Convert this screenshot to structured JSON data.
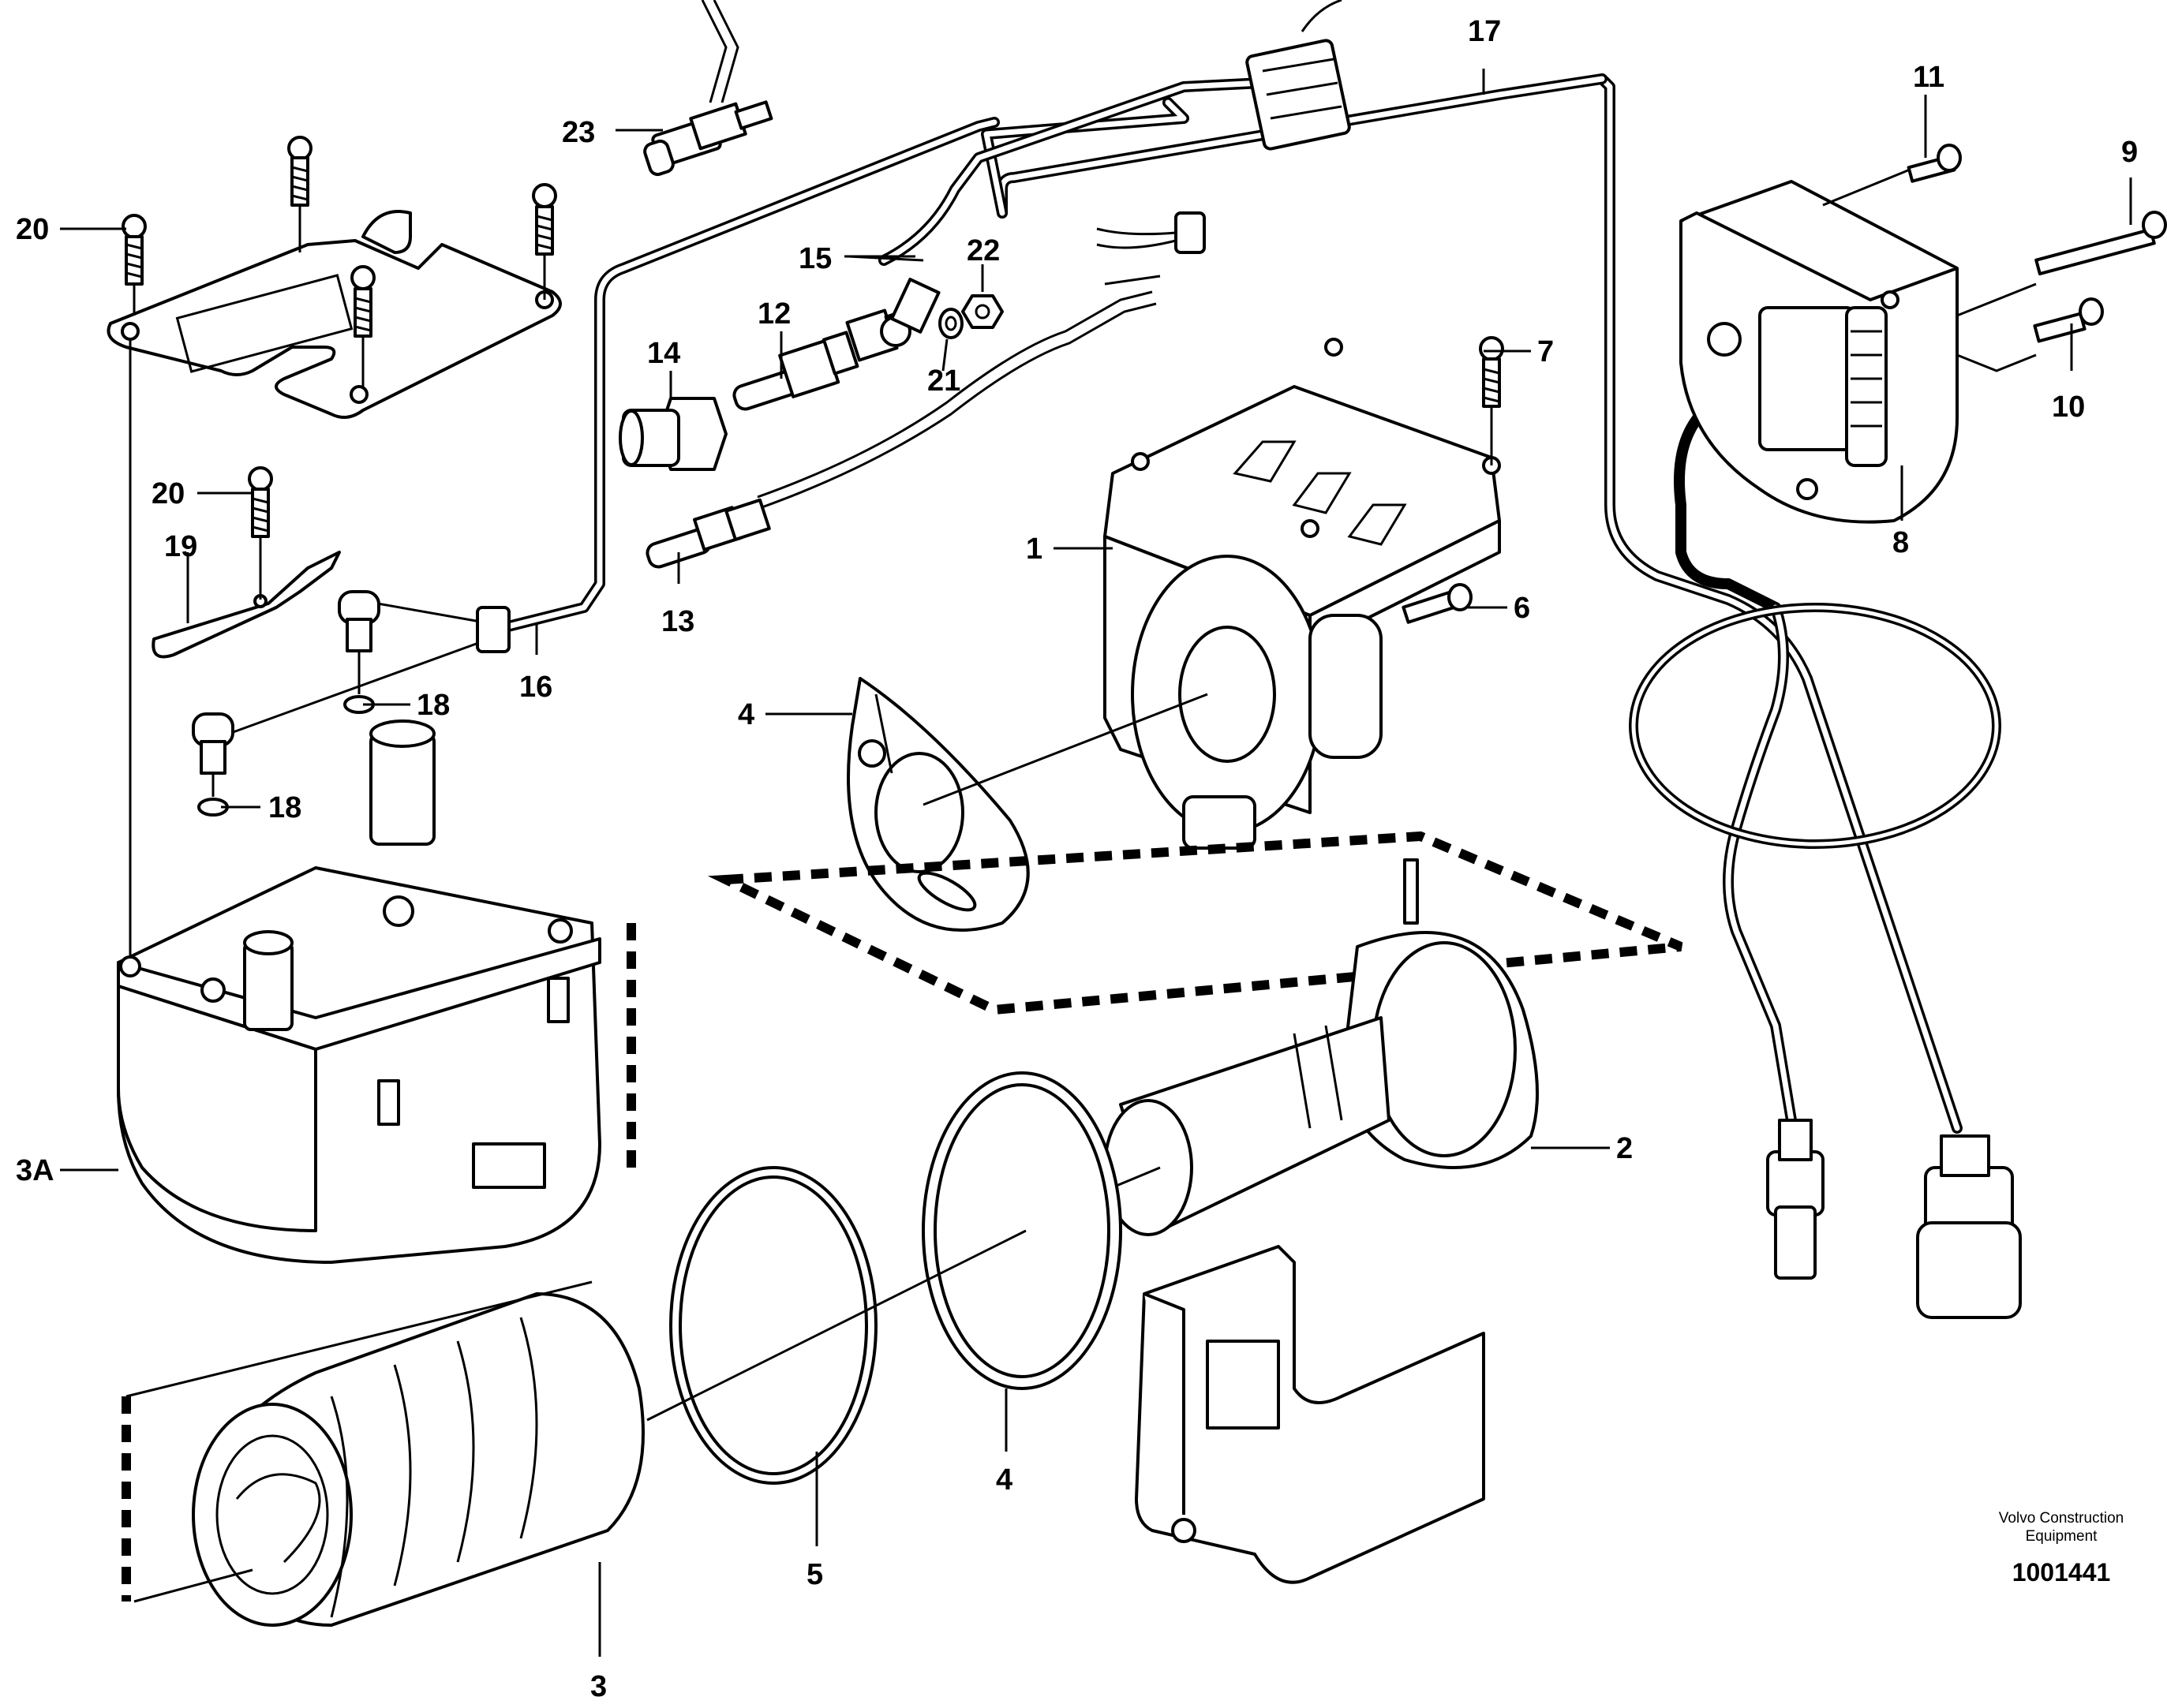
{
  "labels": {
    "l1": "1",
    "l2": "2",
    "l3": "3",
    "l3a": "3A",
    "l4a": "4",
    "l4b": "4",
    "l5": "5",
    "l6": "6",
    "l7": "7",
    "l8": "8",
    "l9": "9",
    "l10": "10",
    "l11": "11",
    "l12": "12",
    "l13": "13",
    "l14": "14",
    "l15": "15",
    "l16": "16",
    "l17": "17",
    "l18a": "18",
    "l18b": "18",
    "l19": "19",
    "l20a": "20",
    "l20b": "20",
    "l21": "21",
    "l22": "22",
    "l23": "23"
  },
  "credit": {
    "line1": "Volvo Construction",
    "line2": "Equipment",
    "doc_id": "1001441"
  }
}
